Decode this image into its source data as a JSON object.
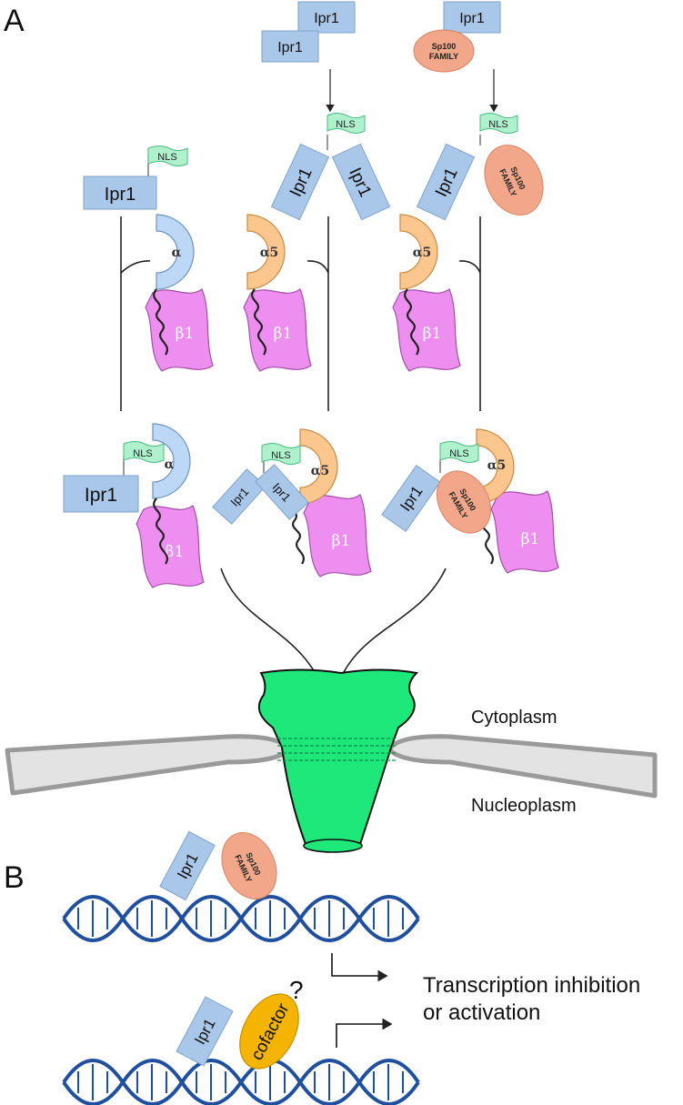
{
  "panels": {
    "a": "A",
    "b": "B"
  },
  "molecules": {
    "ipr1": "Ipr1",
    "nls": "NLS",
    "sp100_line1": "Sp100",
    "sp100_line2": "FAMILY",
    "alpha": "α",
    "alpha5": "α5",
    "beta1": "β1",
    "cofactor": "cofactor",
    "question": "?"
  },
  "compartments": {
    "cytoplasm": "Cytoplasm",
    "nucleoplasm": "Nucleoplasm"
  },
  "outcome": {
    "line1": "Transcription inhibition",
    "line2": "or activation"
  },
  "colors": {
    "ipr1": "#a9c7e8",
    "sp100": "#f2a68a",
    "nls": "#aef1cc",
    "alpha": "#bcd8f6",
    "alpha5": "#fcc78f",
    "beta1": "#ee8ef0",
    "pore": "#1ee87a",
    "envelope": "#9a9a9a",
    "dna": "#1f4f9e",
    "cofactor": "#f5b400"
  }
}
